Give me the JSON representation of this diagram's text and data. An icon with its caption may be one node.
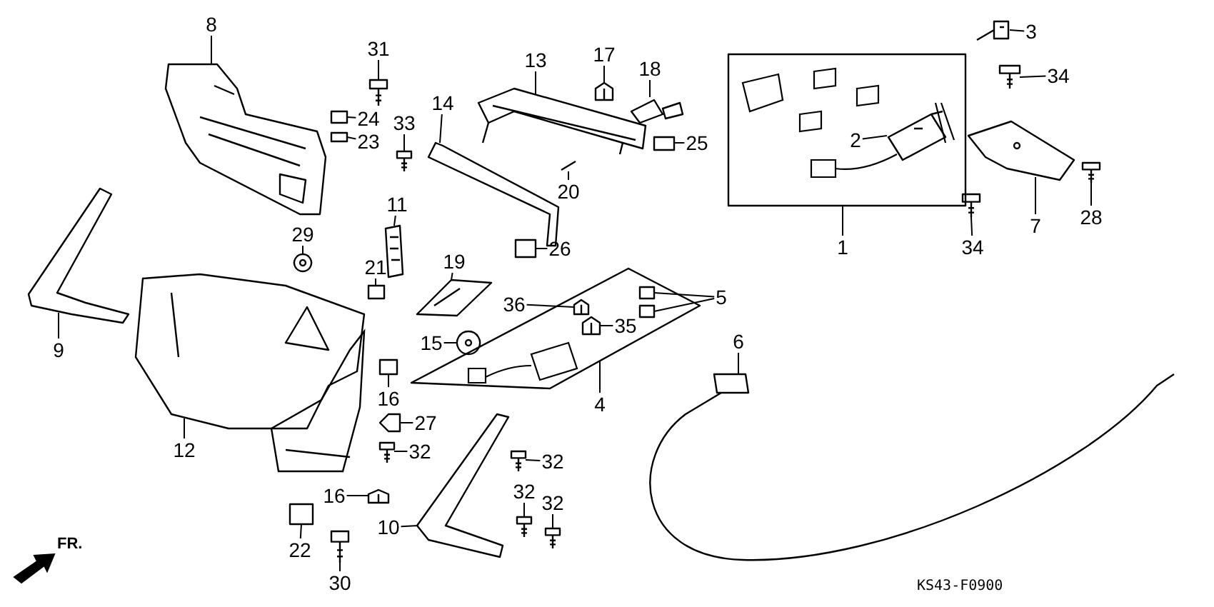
{
  "diagram": {
    "nodes": [
      {
        "text": [],
        "shape": "box"
      },
      {
        "text": [],
        "shape": "diamond"
      },
      {
        "text": [
          "8"
        ]
      },
      {
        "text": [
          "3"
        ]
      },
      {
        "text": [
          "31"
        ]
      },
      {
        "text": [
          "13"
        ]
      },
      {
        "text": [
          "17"
        ]
      },
      {
        "text": [
          "18"
        ]
      },
      {
        "text": [
          "34"
        ]
      },
      {
        "text": [
          "14"
        ]
      },
      {
        "text": [
          "24"
        ]
      },
      {
        "text": [
          "33"
        ]
      },
      {
        "text": [
          "23"
        ]
      },
      {
        "text": [
          "25"
        ]
      },
      {
        "text": [
          "2"
        ],
        "in": 0
      },
      {
        "text": [
          "20"
        ]
      },
      {
        "text": [
          "11"
        ]
      },
      {
        "text": [
          "28"
        ]
      },
      {
        "text": [
          "29"
        ]
      },
      {
        "text": [
          "7"
        ]
      },
      {
        "text": [
          "19"
        ]
      },
      {
        "text": [
          "34"
        ]
      },
      {
        "text": [
          "1"
        ]
      },
      {
        "text": [
          "21"
        ]
      },
      {
        "text": [
          "26"
        ]
      },
      {
        "text": [
          "5"
        ]
      },
      {
        "text": [
          "36"
        ]
      },
      {
        "text": [
          "35"
        ],
        "in": 1
      },
      {
        "text": [
          "15"
        ]
      },
      {
        "text": [
          "6"
        ]
      },
      {
        "text": [
          "9"
        ]
      },
      {
        "text": [
          "4"
        ]
      },
      {
        "text": [
          "16"
        ]
      },
      {
        "text": [
          "27"
        ]
      },
      {
        "text": [
          "12"
        ]
      },
      {
        "text": [
          "32"
        ]
      },
      {
        "text": [
          "32"
        ]
      },
      {
        "text": [
          "16"
        ]
      },
      {
        "text": [
          "32"
        ]
      },
      {
        "text": [
          "32"
        ]
      },
      {
        "text": [
          "10"
        ]
      },
      {
        "text": [
          "22"
        ]
      },
      {
        "text": [
          "30"
        ]
      },
      {
        "text": [],
        "shape": "picture"
      },
      {
        "text": [],
        "shape": "picture"
      },
      {
        "text": [],
        "shape": "picture"
      },
      {
        "text": [],
        "shape": "picture"
      },
      {
        "text": [],
        "shape": "picture"
      },
      {
        "text": [],
        "shape": "picture"
      },
      {
        "text": [],
        "shape": "picture"
      },
      {
        "text": [],
        "shape": "picture"
      },
      {
        "text": [],
        "shape": "box"
      },
      {
        "text": [],
        "shape": "picture"
      },
      {
        "text": [],
        "shape": "box"
      },
      {
        "text": [],
        "shape": "box"
      },
      {
        "text": [],
        "shape": "picture",
        "in": 0
      },
      {
        "text": [],
        "shape": "picture"
      },
      {
        "text": [],
        "shape": "picture"
      },
      {
        "text": [],
        "shape": "picture"
      },
      {
        "text": [],
        "shape": "picture"
      },
      {
        "text": [],
        "shape": "picture"
      },
      {
        "text": [],
        "shape": "picture"
      },
      {
        "text": [],
        "shape": "picture"
      },
      {
        "text": [],
        "shape": "box"
      },
      {
        "text": [],
        "shape": "box"
      },
      {
        "text": [],
        "shape": "box",
        "in": 1
      },
      {
        "text": [],
        "shape": "box",
        "in": 1
      },
      {
        "text": [],
        "shape": "picture",
        "in": 1
      },
      {
        "text": [],
        "shape": "picture",
        "in": 1
      },
      {
        "text": [],
        "shape": "picture"
      },
      {
        "text": [],
        "shape": "picture"
      },
      {
        "text": [],
        "shape": "picture"
      },
      {
        "text": [],
        "shape": "box"
      },
      {
        "text": [],
        "shape": "picture"
      },
      {
        "text": [],
        "shape": "picture"
      },
      {
        "text": [],
        "shape": "picture"
      },
      {
        "text": [],
        "shape": "picture"
      },
      {
        "text": [],
        "shape": "picture"
      },
      {
        "text": [],
        "shape": "picture"
      },
      {
        "text": [],
        "shape": "picture"
      },
      {
        "text": [],
        "shape": "picture"
      },
      {
        "text": [],
        "shape": "box"
      },
      {
        "text": [],
        "shape": "picture"
      }
    ],
    "edges": [
      {
        "from": 2,
        "to": 43,
        "arrow": "none"
      },
      {
        "from": 3,
        "to": 44,
        "arrow": "none"
      },
      {
        "from": 4,
        "to": 45,
        "arrow": "none"
      },
      {
        "from": 5,
        "to": 46,
        "arrow": "none"
      },
      {
        "from": 6,
        "to": 47,
        "arrow": "none"
      },
      {
        "from": 7,
        "to": 48,
        "arrow": "none"
      },
      {
        "from": 8,
        "to": 49,
        "arrow": "none"
      },
      {
        "from": 9,
        "to": 50,
        "arrow": "none"
      },
      {
        "from": 10,
        "to": 51,
        "arrow": "none"
      },
      {
        "from": 11,
        "to": 52,
        "arrow": "none"
      },
      {
        "from": 12,
        "to": 53,
        "arrow": "none"
      },
      {
        "from": 13,
        "to": 54,
        "arrow": "none"
      },
      {
        "from": 14,
        "to": 55,
        "arrow": "none"
      },
      {
        "from": 15,
        "to": 56,
        "arrow": "none"
      },
      {
        "from": 16,
        "to": 57,
        "arrow": "none"
      },
      {
        "from": 17,
        "to": 58,
        "arrow": "none"
      },
      {
        "from": 18,
        "to": 59,
        "arrow": "none"
      },
      {
        "from": 19,
        "to": 60,
        "arrow": "none"
      },
      {
        "from": 20,
        "to": 61,
        "arrow": "none"
      },
      {
        "from": 21,
        "to": 62,
        "arrow": "none"
      },
      {
        "from": 22,
        "to": 0,
        "arrow": "none"
      },
      {
        "from": 23,
        "to": 63,
        "arrow": "none"
      },
      {
        "from": 24,
        "to": 64,
        "arrow": "none"
      },
      {
        "from": 25,
        "to": 65,
        "arrow": "none"
      },
      {
        "from": 25,
        "to": 66,
        "arrow": "none"
      },
      {
        "from": 26,
        "to": 67,
        "arrow": "none"
      },
      {
        "from": 27,
        "to": 68,
        "arrow": "none"
      },
      {
        "from": 28,
        "to": 69,
        "arrow": "none"
      },
      {
        "from": 29,
        "to": 70,
        "arrow": "none"
      },
      {
        "from": 30,
        "to": 71,
        "arrow": "none"
      },
      {
        "from": 31,
        "to": 1,
        "arrow": "none"
      },
      {
        "from": 32,
        "to": 72,
        "arrow": "none"
      },
      {
        "from": 33,
        "to": 73,
        "arrow": "none"
      },
      {
        "from": 34,
        "to": 74,
        "arrow": "none"
      },
      {
        "from": 35,
        "to": 75,
        "arrow": "none"
      },
      {
        "from": 36,
        "to": 76,
        "arrow": "none"
      },
      {
        "from": 37,
        "to": 77,
        "arrow": "none"
      },
      {
        "from": 38,
        "to": 78,
        "arrow": "none"
      },
      {
        "from": 39,
        "to": 79,
        "arrow": "none"
      },
      {
        "from": 40,
        "to": 80,
        "arrow": "none"
      },
      {
        "from": 41,
        "to": 81,
        "arrow": "none"
      },
      {
        "from": 42,
        "to": 82,
        "arrow": "none"
      }
    ],
    "labels": [
      "FR.",
      "KS43-F0900"
    ]
  }
}
